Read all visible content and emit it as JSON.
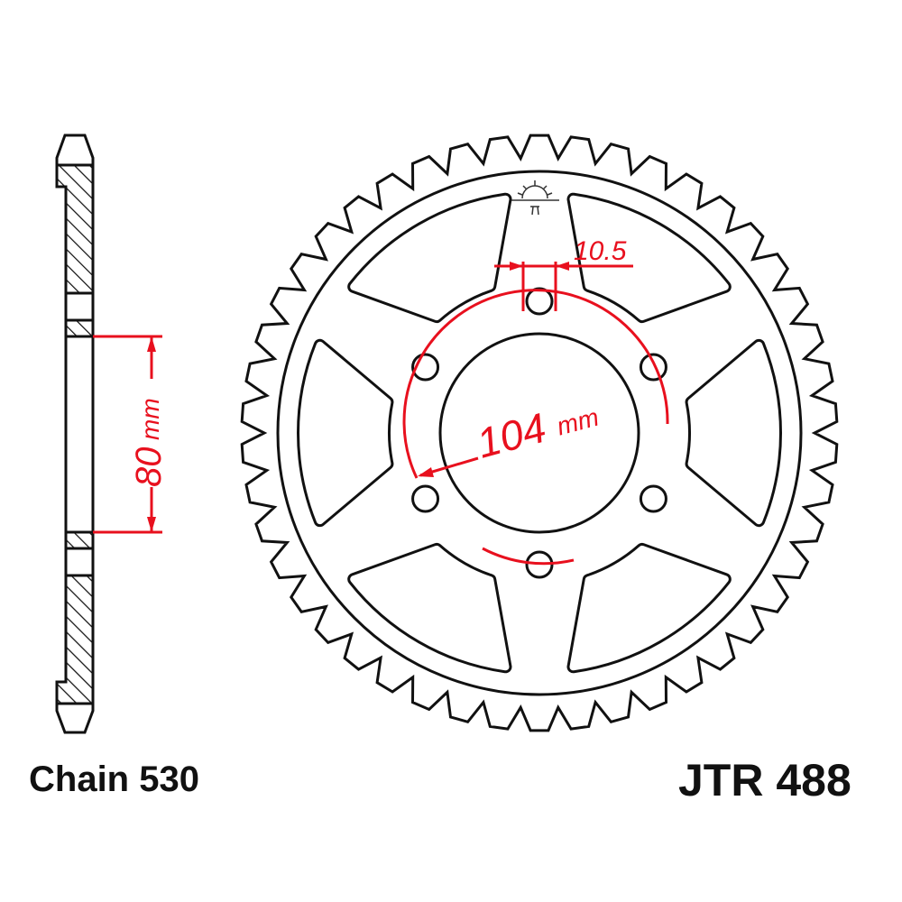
{
  "chain_label": "Chain 530",
  "part_number": "JTR 488",
  "dimensions": {
    "slot_width": "10.5",
    "bolt_circle_value": "104",
    "bolt_circle_unit": "mm",
    "center_bore_value": "80",
    "center_bore_unit": "mm"
  },
  "sprocket": {
    "teeth": 46,
    "bolt_holes": 6
  },
  "colors": {
    "outline": "#111111",
    "dimension": "#e8101e"
  }
}
